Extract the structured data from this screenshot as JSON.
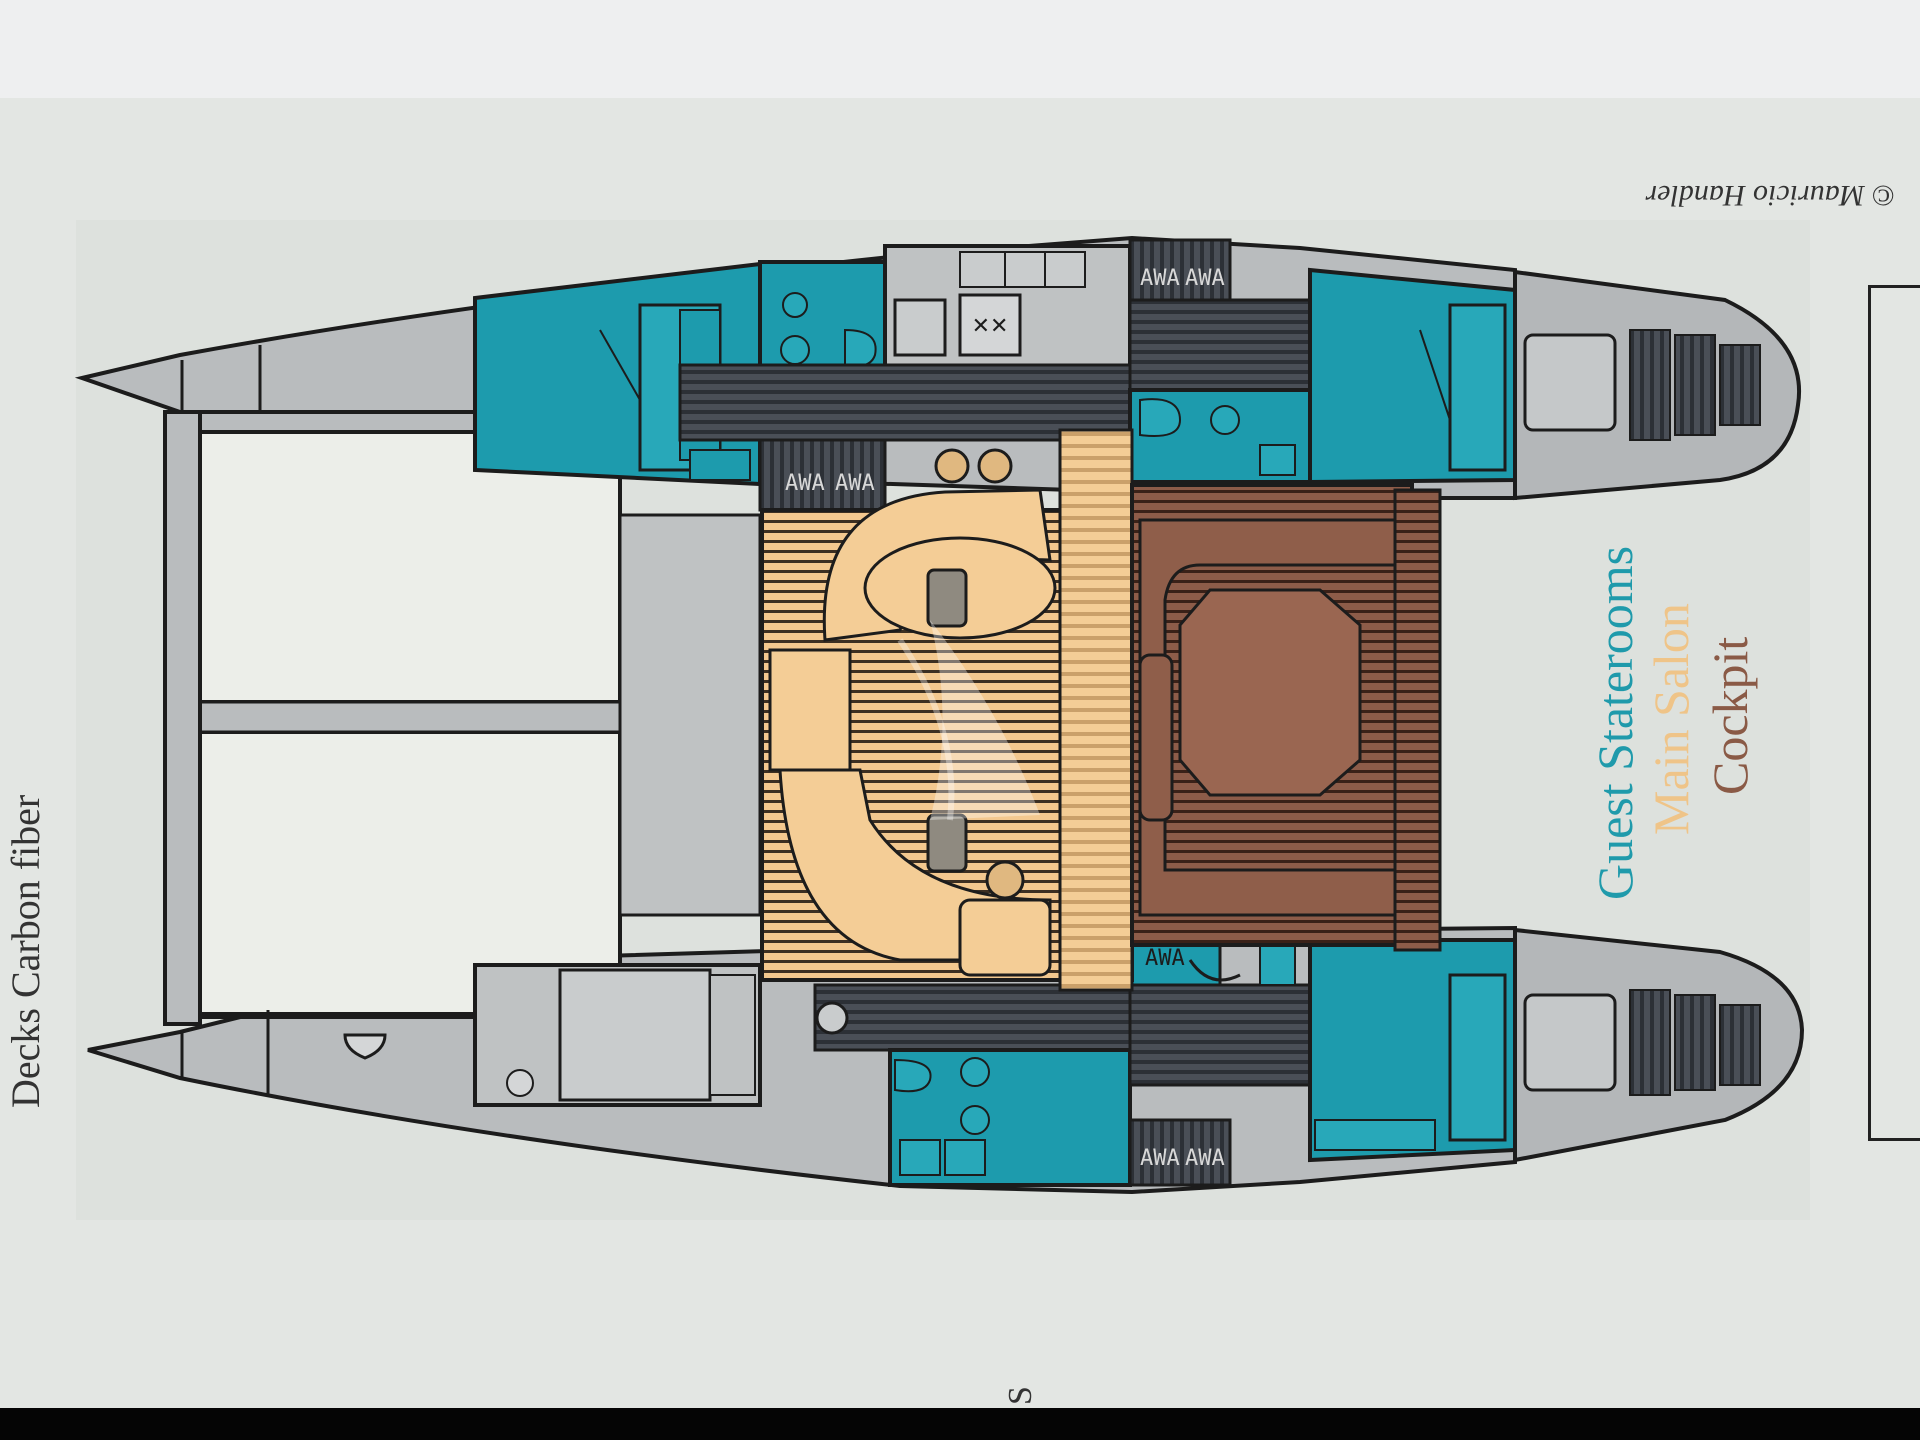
{
  "page": {
    "cut_left_text": "Decks        Carbon fiber",
    "cut_bottom_text": "S",
    "credit": "© Mauricio Handler",
    "credit_prefix": "."
  },
  "legend": [
    {
      "label": "Guest Staterooms",
      "color": "#1b9aaa"
    },
    {
      "label": "Main Salon",
      "color": "#f1c18a"
    },
    {
      "label": "Cockpit",
      "color": "#8a5a46"
    }
  ],
  "colors": {
    "hull": "#b9bcbe",
    "stateroom": "#1d9bad",
    "salon": "#f4cd96",
    "cockpit": "#8f5e4a",
    "deck_lines": "#3c3f44",
    "trampoline": "#eceee9",
    "outline": "#1c1c1c"
  }
}
